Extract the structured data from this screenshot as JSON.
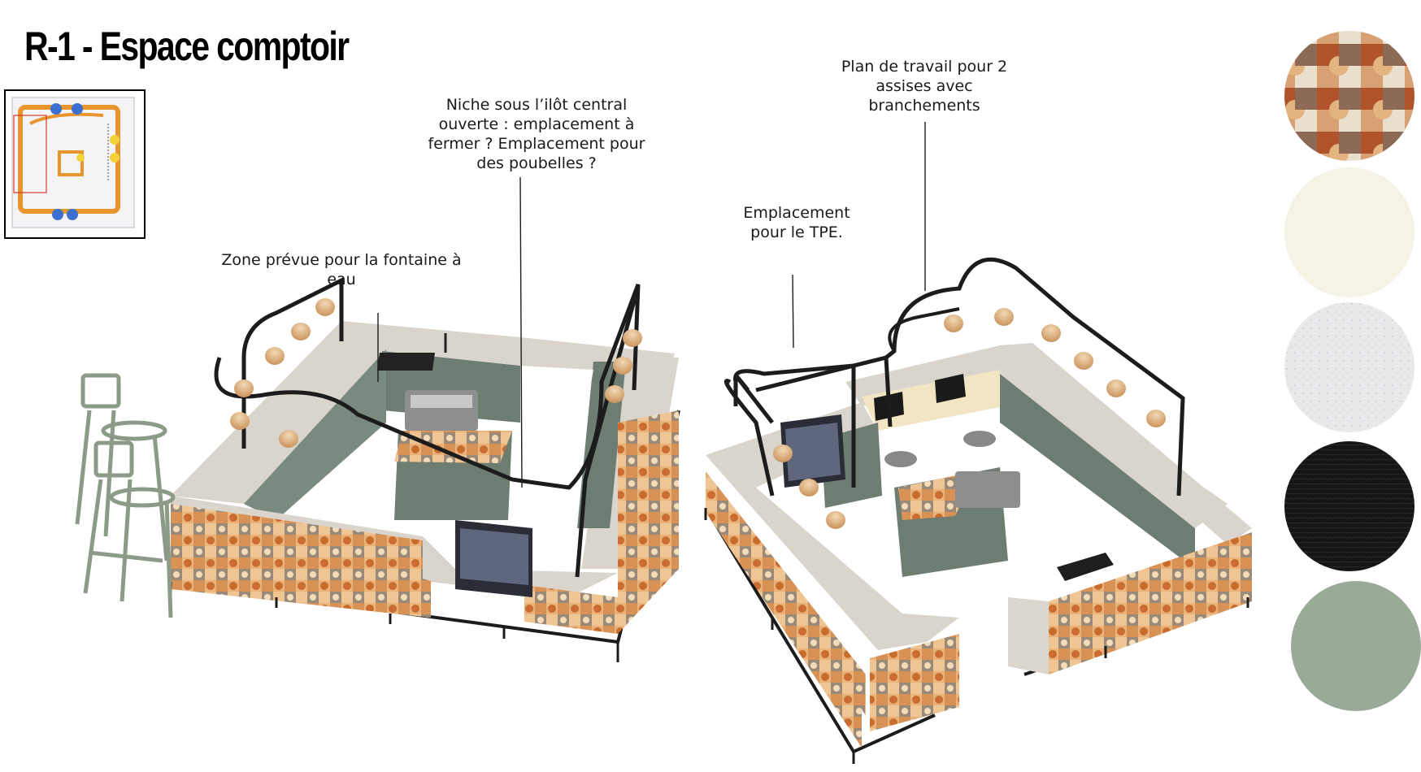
{
  "title": "R-1 - Espace comptoir",
  "annotations": {
    "fontaine": "Zone prévue pour la fontaine à eau",
    "niche": "Niche sous l’ilôt central ouverte : emplacement à fermer ? Emplacement pour des poubelles ?",
    "tpe": "Emplacement pour le TPE.",
    "plan_travail": "Plan de travail pour 2 assises avec branchements"
  },
  "material_swatches": [
    {
      "name": "tile-mosaic",
      "color": "#c98a5e"
    },
    {
      "name": "cream",
      "color": "#f5f2e6"
    },
    {
      "name": "white-terrazzo",
      "color": "#e8e8ea"
    },
    {
      "name": "black-brushed",
      "color": "#141414"
    },
    {
      "name": "sage-green",
      "color": "#9aaa98"
    }
  ],
  "colors": {
    "counter_top": "#dad5cc",
    "cabinet_green": "#6e7d72",
    "frame_black": "#1c1c1c",
    "lamp": "#d8b48a",
    "mosaic_orange": "#e1a466",
    "minimap_orange": "#e8952e"
  }
}
